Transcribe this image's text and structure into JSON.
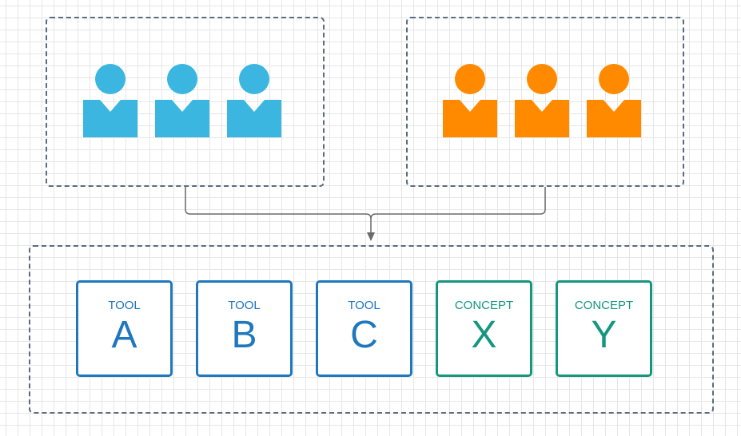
{
  "colors": {
    "team_left": "#3bb6e0",
    "team_right": "#ff8a00",
    "tool_border": "#1f77be",
    "concept_border": "#14967f",
    "connector": "#6a6a6a",
    "group_border": "#5a6b80"
  },
  "groups": {
    "left": {
      "people_count": 3,
      "icon": "person-icon"
    },
    "right": {
      "people_count": 3,
      "icon": "person-icon"
    }
  },
  "cards": [
    {
      "kind": "TOOL",
      "letter": "A"
    },
    {
      "kind": "TOOL",
      "letter": "B"
    },
    {
      "kind": "TOOL",
      "letter": "C"
    },
    {
      "kind": "CONCEPT",
      "letter": "X"
    },
    {
      "kind": "CONCEPT",
      "letter": "Y"
    }
  ]
}
